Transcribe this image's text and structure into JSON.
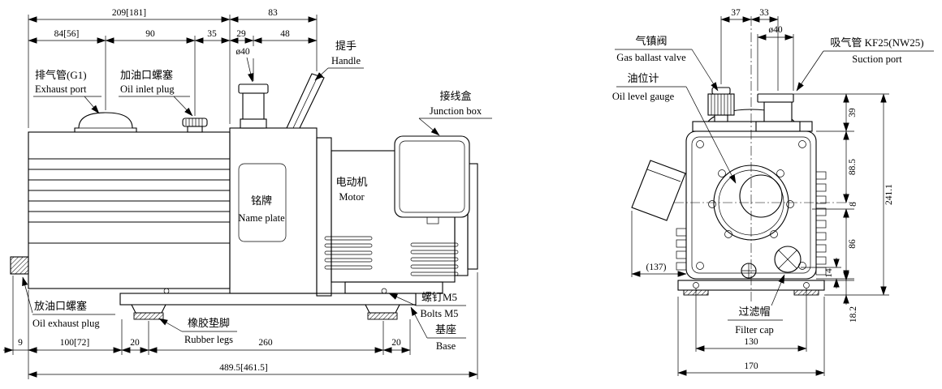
{
  "side": {
    "dims": {
      "overall_top": "209[181]",
      "head_top": "83",
      "seg_84": "84[56]",
      "seg_90": "90",
      "seg_35": "35",
      "seg_29": "29",
      "seg_48": "48",
      "pipe_dia": "ø40",
      "seg_9": "9",
      "seg_100": "100[72]",
      "seg_20_left": "20",
      "seg_260": "260",
      "seg_20_right": "20",
      "overall_length": "489.5[461.5]"
    },
    "labels": {
      "exhaust_cn": "排气管(G1)",
      "exhaust_en": "Exhaust port",
      "oil_inlet_cn": "加油口螺塞",
      "oil_inlet_en": "Oil inlet plug",
      "handle_cn": "提手",
      "handle_en": "Handle",
      "junction_cn": "接线盒",
      "junction_en": "Junction box",
      "motor_cn": "电动机",
      "motor_en": "Motor",
      "nameplate_cn": "铭牌",
      "nameplate_en": "Name plate",
      "oil_drain_cn": "放油口螺塞",
      "oil_drain_en": "Oil exhaust plug",
      "rubber_cn": "橡胶垫脚",
      "rubber_en": "Rubber legs",
      "bolts_cn": "螺钉M5",
      "bolts_en": "Bolts M5",
      "base_cn": "基座",
      "base_en": "Base"
    }
  },
  "front": {
    "dims": {
      "d37": "37",
      "d33": "33",
      "pipe_dia": "ø40",
      "d39": "39",
      "d88_5": "88.5",
      "d8": "8",
      "d241": "241.1",
      "d86": "86",
      "d14": "14",
      "d18": "18.2",
      "d137": "(137)",
      "d130": "130",
      "d170": "170"
    },
    "labels": {
      "gas_cn": "气镇阀",
      "gas_en": "Gas ballast valve",
      "suction_cn": "吸气管 KF25(NW25)",
      "suction_en": "Suction port",
      "gauge_cn": "油位计",
      "gauge_en": "Oil level gauge",
      "filter_cn": "过滤帽",
      "filter_en": "Filter cap"
    }
  }
}
